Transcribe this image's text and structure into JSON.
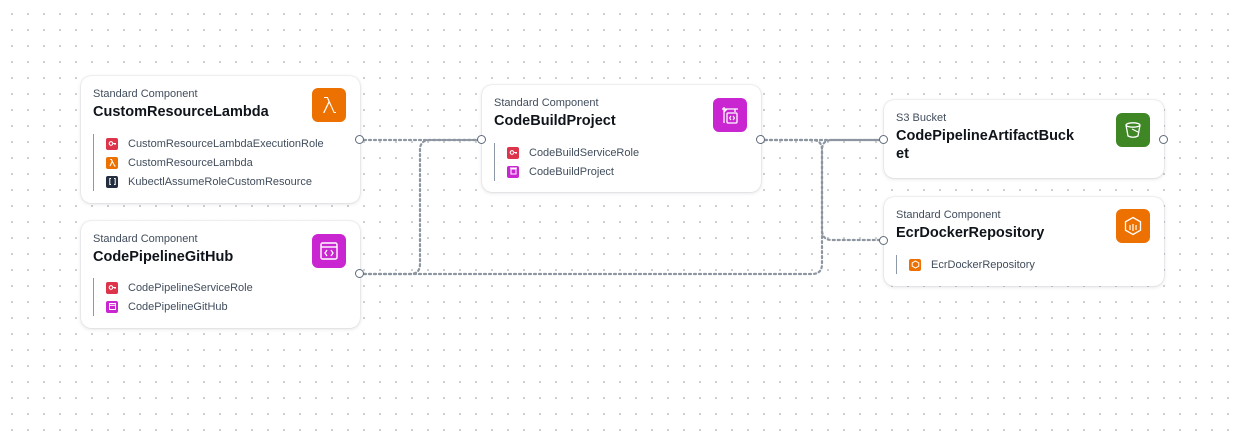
{
  "colors": {
    "lambda": "#ed7100",
    "codebuild": "#c925d1",
    "s3": "#3f8624",
    "ecr": "#ed7100",
    "iam": "#dd344c",
    "generic": "#232f3e",
    "wire": "#8d96a0"
  },
  "cards": {
    "custom_resource_lambda": {
      "type": "Standard Component",
      "name": "CustomResourceLambda",
      "icon": "lambda-icon",
      "resources": [
        {
          "label": "CustomResourceLambdaExecutionRole",
          "icon": "iam-role-icon"
        },
        {
          "label": "CustomResourceLambda",
          "icon": "lambda-function-icon"
        },
        {
          "label": "KubectlAssumeRoleCustomResource",
          "icon": "custom-resource-icon"
        }
      ]
    },
    "codepipeline_github": {
      "type": "Standard Component",
      "name": "CodePipelineGitHub",
      "icon": "codepipeline-icon",
      "resources": [
        {
          "label": "CodePipelineServiceRole",
          "icon": "iam-role-icon"
        },
        {
          "label": "CodePipelineGitHub",
          "icon": "codepipeline-resource-icon"
        }
      ]
    },
    "codebuild_project": {
      "type": "Standard Component",
      "name": "CodeBuildProject",
      "icon": "codebuild-icon",
      "resources": [
        {
          "label": "CodeBuildServiceRole",
          "icon": "iam-role-icon"
        },
        {
          "label": "CodeBuildProject",
          "icon": "codebuild-resource-icon"
        }
      ]
    },
    "artifact_bucket": {
      "type": "S3 Bucket",
      "name_line1": "CodePipelineArtifactBuck",
      "name_line2": "et",
      "icon": "s3-bucket-icon"
    },
    "ecr_repository": {
      "type": "Standard Component",
      "name": "EcrDockerRepository",
      "icon": "ecr-icon",
      "resources": [
        {
          "label": "EcrDockerRepository",
          "icon": "ecr-repository-icon"
        }
      ]
    }
  }
}
